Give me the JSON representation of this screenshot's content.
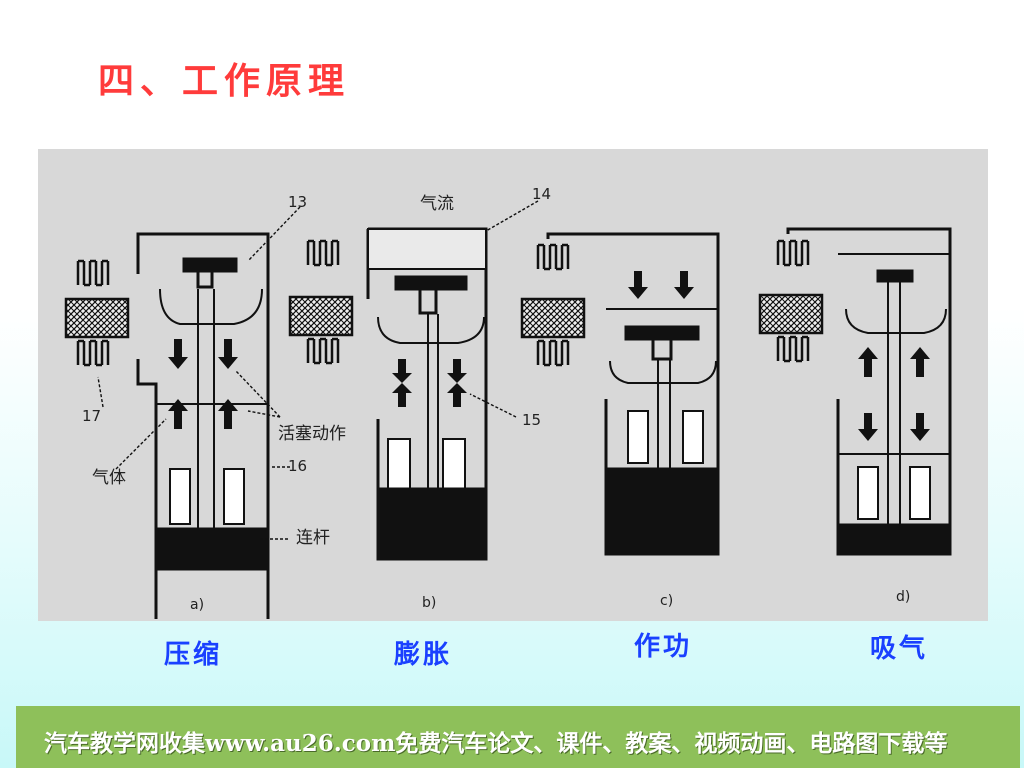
{
  "title": "四、工作原理",
  "figure": {
    "callouts": [
      "13",
      "14",
      "15",
      "16",
      "17"
    ],
    "labels": {
      "airflow": "气流",
      "piston_action": "活塞动作",
      "gas": "气体",
      "rod": "连杆"
    },
    "sub_labels": [
      "a)",
      "b)",
      "c)",
      "d)"
    ]
  },
  "captions": [
    "压缩",
    "膨胀",
    "作功",
    "吸气"
  ],
  "footer": "汽车教学网收集www.au26.com免费汽车论文、课件、教案、视频动画、电路图下载等",
  "colors": {
    "title": "#ff3b3b",
    "caption": "#1a40ff",
    "footer_bar": "#8ec05a"
  }
}
